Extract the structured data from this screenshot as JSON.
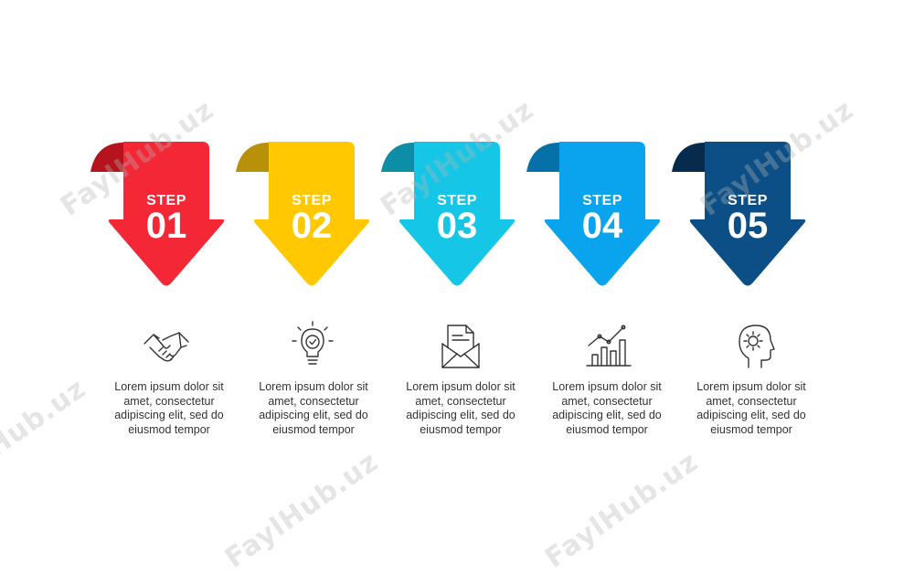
{
  "steps": [
    {
      "label": "STEP",
      "number": "01",
      "icon": "handshake-icon",
      "description": "Lorem ipsum dolor sit amet, consectetur adipiscing elit, sed do eiusmod tempor",
      "color": "#f42736",
      "fold": "#b5141f"
    },
    {
      "label": "STEP",
      "number": "02",
      "icon": "lightbulb-check-icon",
      "description": "Lorem ipsum dolor sit amet, consectetur adipiscing elit, sed do eiusmod tempor",
      "color": "#ffc800",
      "fold": "#b8900a"
    },
    {
      "label": "STEP",
      "number": "03",
      "icon": "envelope-letter-icon",
      "description": "Lorem ipsum dolor sit amet, consectetur adipiscing elit, sed do eiusmod tempor",
      "color": "#16c6e6",
      "fold": "#0e8ea6"
    },
    {
      "label": "STEP",
      "number": "04",
      "icon": "growth-chart-icon",
      "description": "Lorem ipsum dolor sit amet, consectetur adipiscing elit, sed do eiusmod tempor",
      "color": "#0aa4ee",
      "fold": "#0670a8"
    },
    {
      "label": "STEP",
      "number": "05",
      "icon": "head-gear-icon",
      "description": "Lorem ipsum dolor sit amet, consectetur adipiscing elit, sed do eiusmod tempor",
      "color": "#0c4f86",
      "fold": "#062b4c"
    }
  ],
  "watermark": "FaylHub.uz"
}
